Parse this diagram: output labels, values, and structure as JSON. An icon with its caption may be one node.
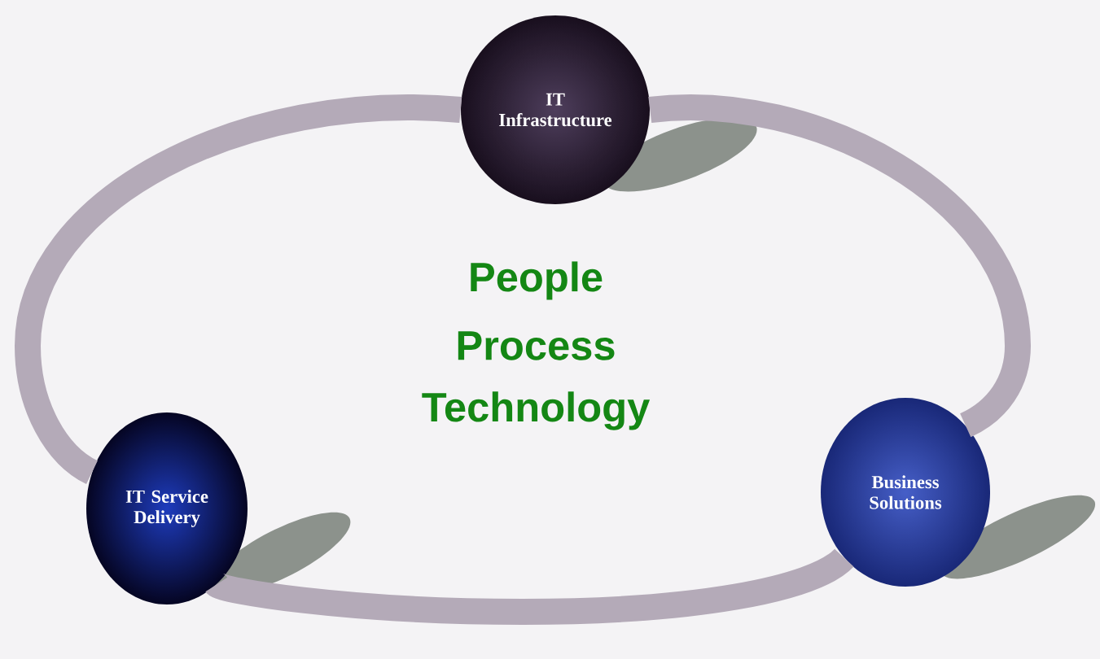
{
  "diagram": {
    "nodes": [
      {
        "text": [
          "IT Infrastructure"
        ]
      },
      {
        "text": [
          "IT Service Delivery"
        ]
      },
      {
        "text": [
          "Business Solutions"
        ]
      }
    ],
    "edges": [
      {
        "from": 0,
        "to": 2,
        "arrow": "none"
      },
      {
        "from": 2,
        "to": 1,
        "arrow": "none"
      },
      {
        "from": 1,
        "to": 0,
        "arrow": "none"
      }
    ],
    "labels": [
      "People",
      "Process",
      "Technology"
    ]
  }
}
